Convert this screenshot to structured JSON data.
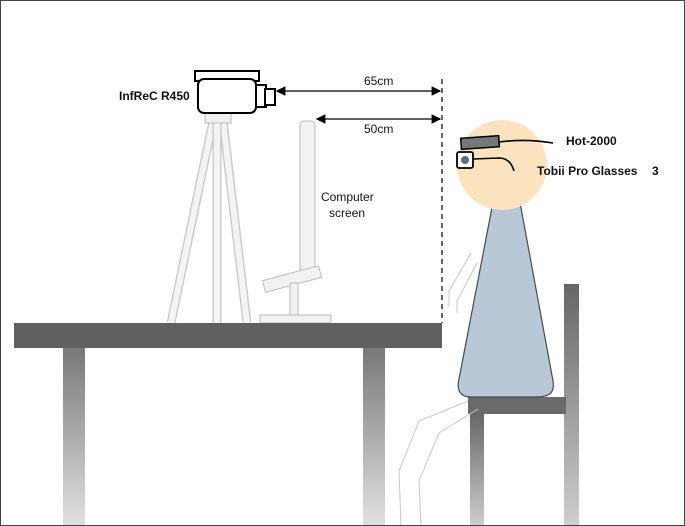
{
  "labels": {
    "camera": "InfReC R450",
    "screen_line1": "Computer",
    "screen_line2": "screen",
    "dist_camera": "65cm",
    "dist_screen": "50cm",
    "hot_device": "Hot-2000",
    "glasses": "Tobii Pro Glasses",
    "glasses_num": "3"
  },
  "colors": {
    "table": "#606060",
    "person_body": "#b8c8d6",
    "person_head": "#fbe3c0",
    "chair": "#6a6a6a",
    "outline": "#000000"
  }
}
